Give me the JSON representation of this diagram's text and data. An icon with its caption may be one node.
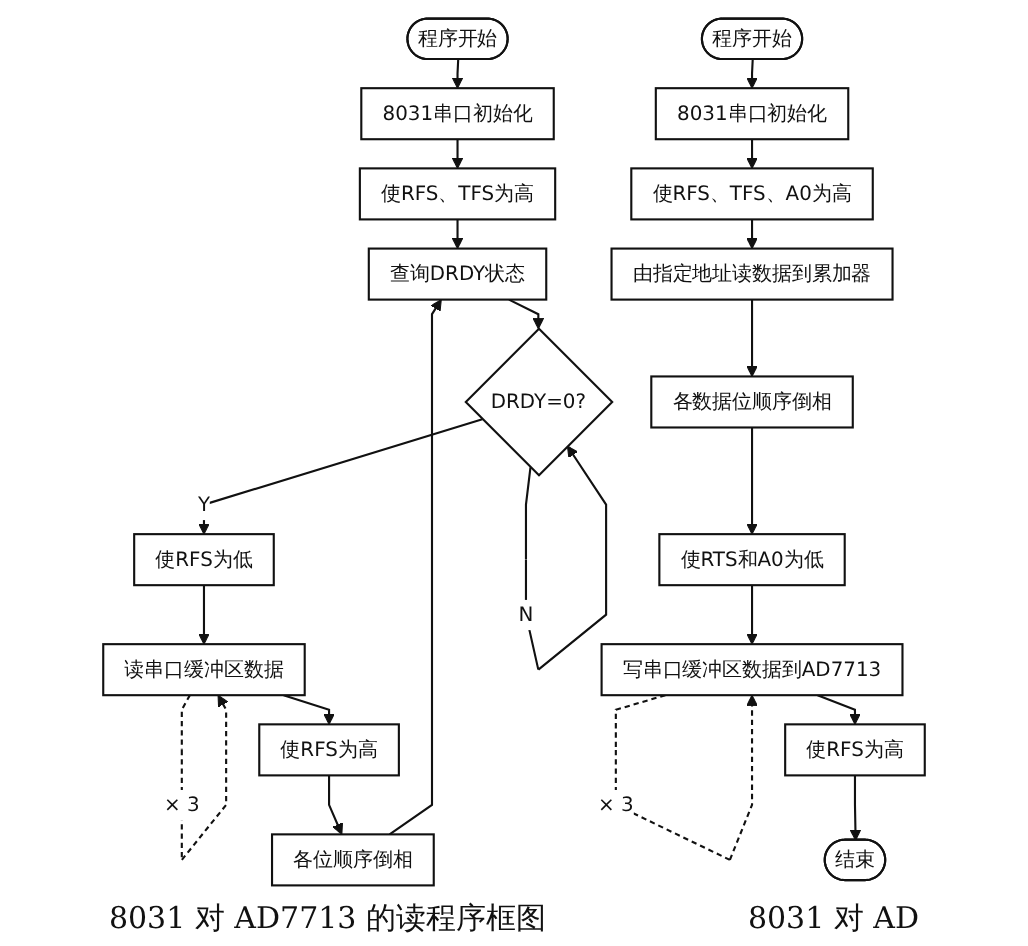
{
  "diagram": {
    "nodes": [
      {
        "text": [
          "程序开始"
        ]
      },
      {
        "text": [
          "8031串口初始化"
        ]
      },
      {
        "text": [
          "使RFS、TFS为高"
        ]
      },
      {
        "text": [
          "查询DRDY状态"
        ]
      },
      {
        "text": [
          "DRDY=0?"
        ]
      },
      {
        "text": [
          "使RFS为低"
        ]
      },
      {
        "text": [
          "读串口缓冲区数据"
        ]
      },
      {
        "text": [
          "使RFS为高"
        ]
      },
      {
        "text": [
          "各位顺序倒相"
        ]
      },
      {
        "text": [
          "程序开始"
        ]
      },
      {
        "text": [
          "8031串口初始化"
        ]
      },
      {
        "text": [
          "使RFS、TFS、A0为高"
        ]
      },
      {
        "text": [
          "由指定地址读数据到累加器"
        ]
      },
      {
        "text": [
          "各数据位顺序倒相"
        ]
      },
      {
        "text": [
          "使RTS和A0为低"
        ]
      },
      {
        "text": [
          "写串口缓冲区数据到AD7713"
        ]
      },
      {
        "text": [
          "使RFS为高"
        ]
      },
      {
        "text": [
          "结束"
        ]
      }
    ],
    "edges": [
      {
        "from": 0,
        "to": 1,
        "arrow": "to"
      },
      {
        "from": 1,
        "to": 2,
        "arrow": "to"
      },
      {
        "from": 2,
        "to": 3,
        "arrow": "to"
      },
      {
        "from": 3,
        "to": 4,
        "arrow": "to"
      },
      {
        "from": 4,
        "to": 4,
        "arrow": "to",
        "label": "N"
      },
      {
        "from": 4,
        "to": 5,
        "arrow": "to",
        "label": "Y"
      },
      {
        "from": 5,
        "to": 6,
        "arrow": "to"
      },
      {
        "from": 6,
        "to": 6,
        "arrow": "to",
        "label": "× 3",
        "style": "dashed"
      },
      {
        "from": 6,
        "to": 7,
        "arrow": "to"
      },
      {
        "from": 7,
        "to": 8,
        "arrow": "to"
      },
      {
        "from": 8,
        "to": 3,
        "arrow": "to"
      },
      {
        "from": 9,
        "to": 10,
        "arrow": "to"
      },
      {
        "from": 10,
        "to": 11,
        "arrow": "to"
      },
      {
        "from": 11,
        "to": 12,
        "arrow": "to"
      },
      {
        "from": 12,
        "to": 13,
        "arrow": "to"
      },
      {
        "from": 13,
        "to": 14,
        "arrow": "to"
      },
      {
        "from": 14,
        "to": 15,
        "arrow": "to"
      },
      {
        "from": 15,
        "to": 15,
        "arrow": "to",
        "label": "× 3",
        "style": "dashed"
      },
      {
        "from": 15,
        "to": 16,
        "arrow": "to"
      },
      {
        "from": 16,
        "to": 17,
        "arrow": "to"
      }
    ],
    "labels": [
      "8031 对 AD7713 的读程序框图",
      "8031 对 AD"
    ]
  }
}
